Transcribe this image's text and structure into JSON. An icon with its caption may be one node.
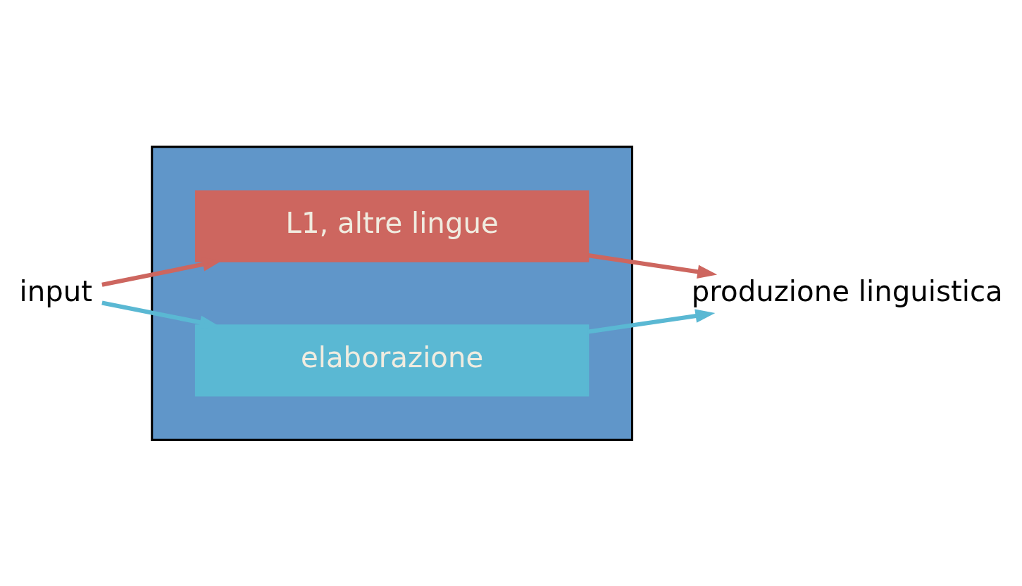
{
  "diagram": {
    "nodes": [
      {
        "text": [],
        "shape": "box"
      },
      {
        "text": [
          "L1, altre lingue"
        ],
        "in": 0
      },
      {
        "text": [
          "elaborazione"
        ],
        "in": 0
      },
      {
        "text": [
          "input"
        ]
      },
      {
        "text": [
          "produzione linguistica"
        ]
      }
    ],
    "edges": [
      {
        "from": 3,
        "to": 1,
        "arrow": "to",
        "color": "#cd665f"
      },
      {
        "from": 3,
        "to": 2,
        "arrow": "to",
        "color": "#5ab8d3"
      },
      {
        "from": 2,
        "to": 4,
        "arrow": "to",
        "color": "#5ab8d3"
      },
      {
        "from": 1,
        "to": 4,
        "arrow": "to",
        "color": "#cd665f"
      }
    ]
  }
}
